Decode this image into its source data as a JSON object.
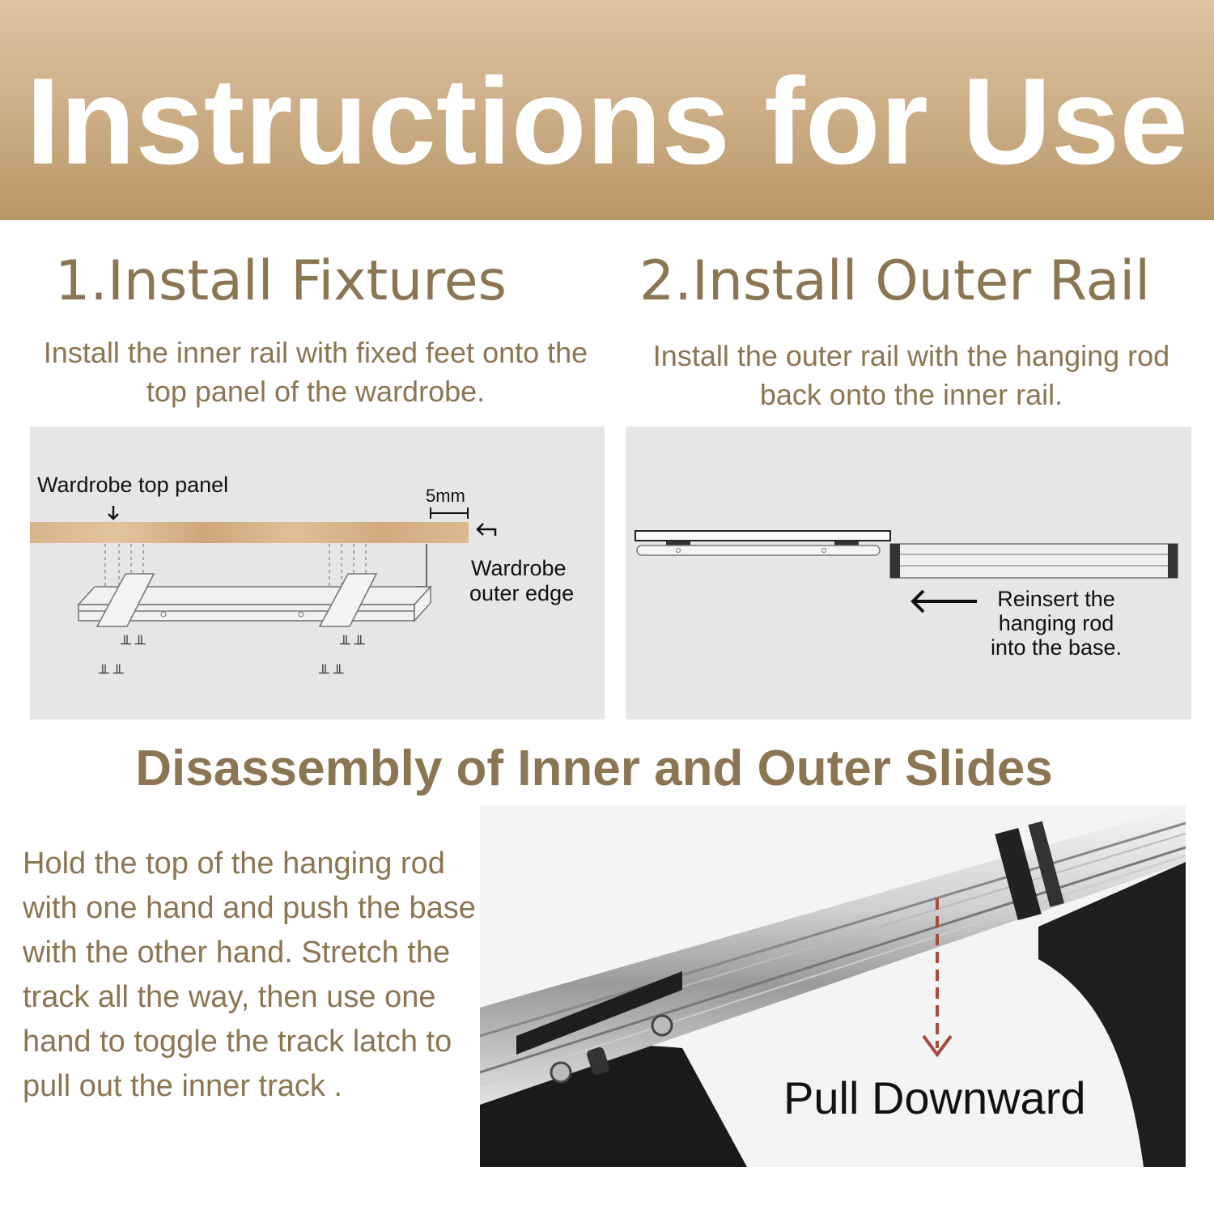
{
  "banner": {
    "title": "Instructions for Use"
  },
  "step1": {
    "title": "1.Install Fixtures",
    "text": "Install the inner rail with fixed feet onto the top panel of the wardrobe.",
    "diagram": {
      "panel_label": "Wardrobe top panel",
      "gap_label": "5mm",
      "edge_label_line1": "Wardrobe",
      "edge_label_line2": "outer edge"
    }
  },
  "step2": {
    "title": "2.Install Outer Rail",
    "text": "Install the outer rail with the hanging rod back onto the inner rail.",
    "diagram": {
      "note_line1": "Reinsert the",
      "note_line2": "hanging rod",
      "note_line3": "into the base."
    }
  },
  "disassembly": {
    "title": "Disassembly of Inner and Outer Slides",
    "text": "Hold the top of the hanging rod with one hand and push the base with the other hand. Stretch the track all the way, then use one hand to toggle the track latch to pull out the inner track .",
    "photo_label": "Pull Downward"
  },
  "colors": {
    "accent": "#8c7552",
    "banner_top": "#dcc3a2",
    "banner_bottom": "#b89766",
    "panel_bg": "#e6e6e6",
    "arrow_red": "#a84a3e"
  }
}
